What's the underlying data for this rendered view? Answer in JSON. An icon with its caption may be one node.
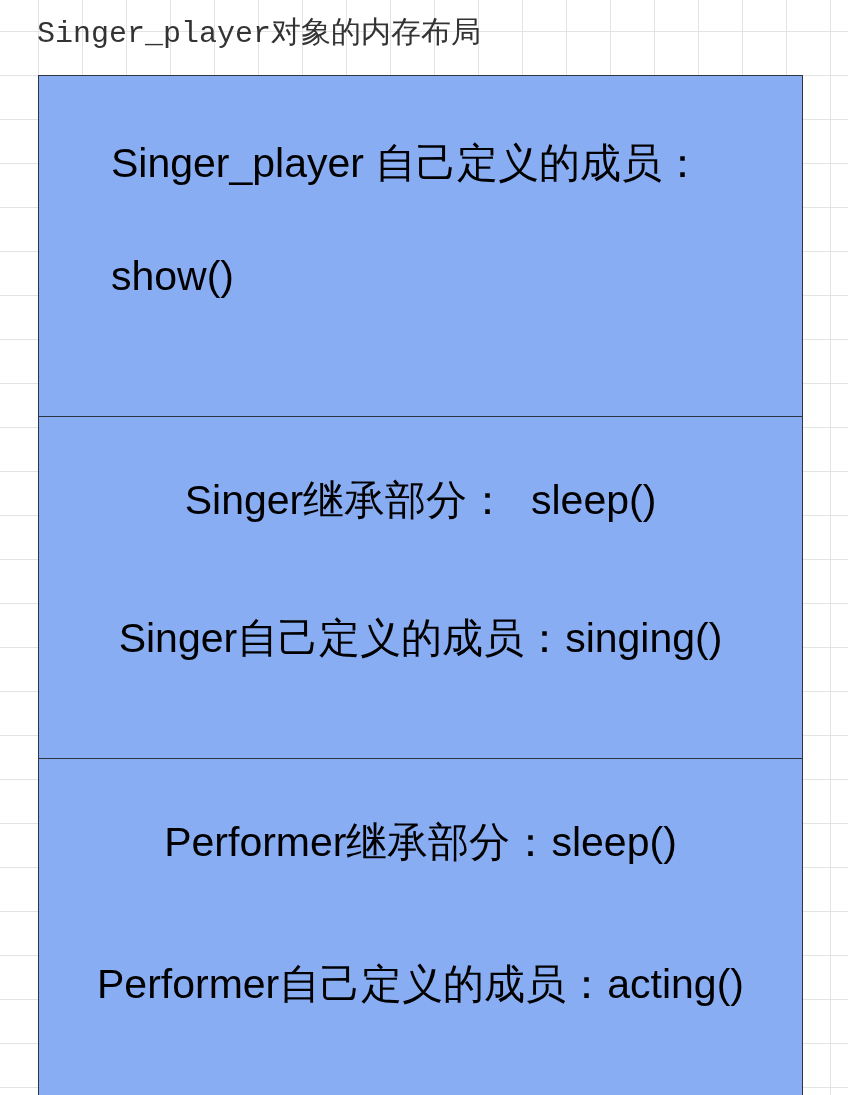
{
  "diagram": {
    "title": "Singer_player对象的内存布局",
    "nodes": [
      {
        "text": [
          "Singer_player 自己定义的成员：",
          "show()"
        ]
      },
      {
        "text": [
          "Singer继承部分：  sleep()",
          "Singer自己定义的成员：singing()"
        ]
      },
      {
        "text": [
          "Performer继承部分：sleep()",
          "Performer自己定义的成员：acting()"
        ]
      }
    ]
  }
}
